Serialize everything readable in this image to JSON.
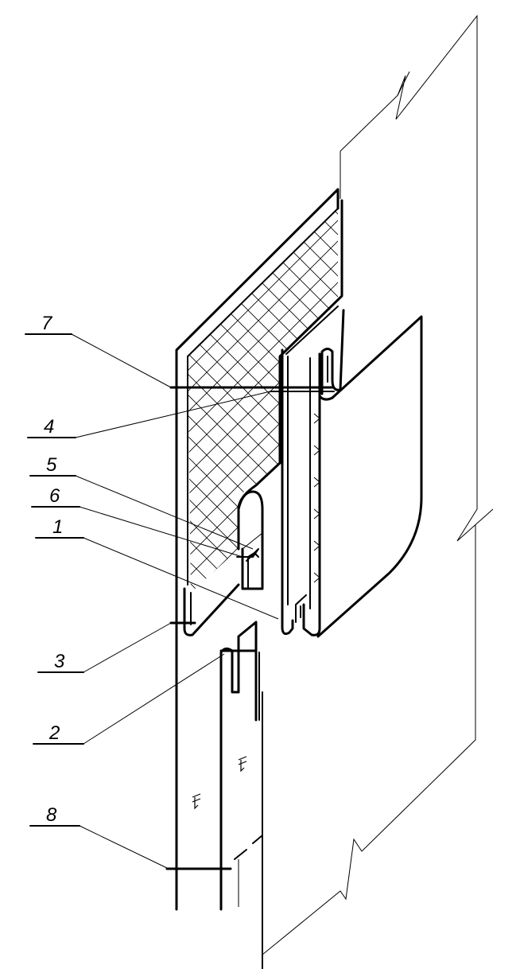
{
  "callouts": [
    {
      "id": "7",
      "text": "7"
    },
    {
      "id": "4",
      "text": "4"
    },
    {
      "id": "5",
      "text": "5"
    },
    {
      "id": "6",
      "text": "6"
    },
    {
      "id": "1",
      "text": "1"
    },
    {
      "id": "3",
      "text": "3"
    },
    {
      "id": "2",
      "text": "2"
    },
    {
      "id": "8",
      "text": "8"
    }
  ]
}
